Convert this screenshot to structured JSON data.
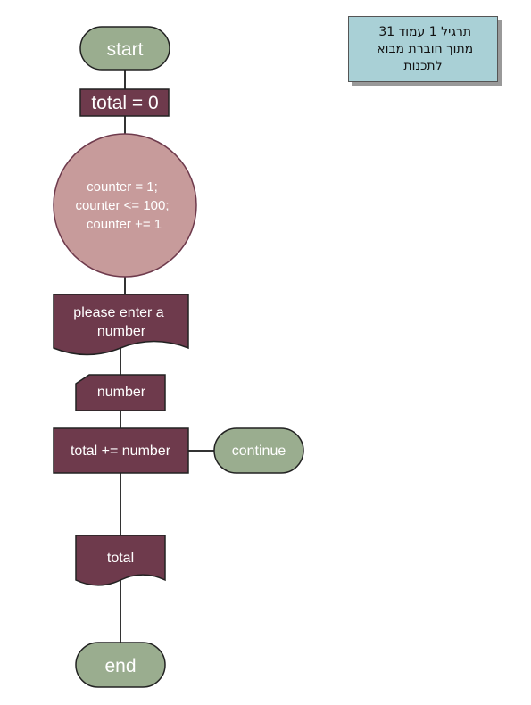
{
  "flowchart": {
    "start": "start",
    "init": "total = 0",
    "loop": [
      "counter = 1;",
      "counter <= 100;",
      "counter += 1"
    ],
    "prompt": [
      "please enter a",
      "number"
    ],
    "input": "number",
    "process": "total += number",
    "continue": "continue",
    "output": "total",
    "end": "end"
  },
  "note": {
    "lines": [
      "תרגיל 1 עמוד 31 ",
      "מתוך חוברת מבוא ",
      "לתכנות"
    ]
  },
  "colors": {
    "terminal": "#9aad8f",
    "process": "#6e3a4c",
    "loop": "#c79b9b",
    "note": "#a9d0d6",
    "line": "#333333"
  }
}
